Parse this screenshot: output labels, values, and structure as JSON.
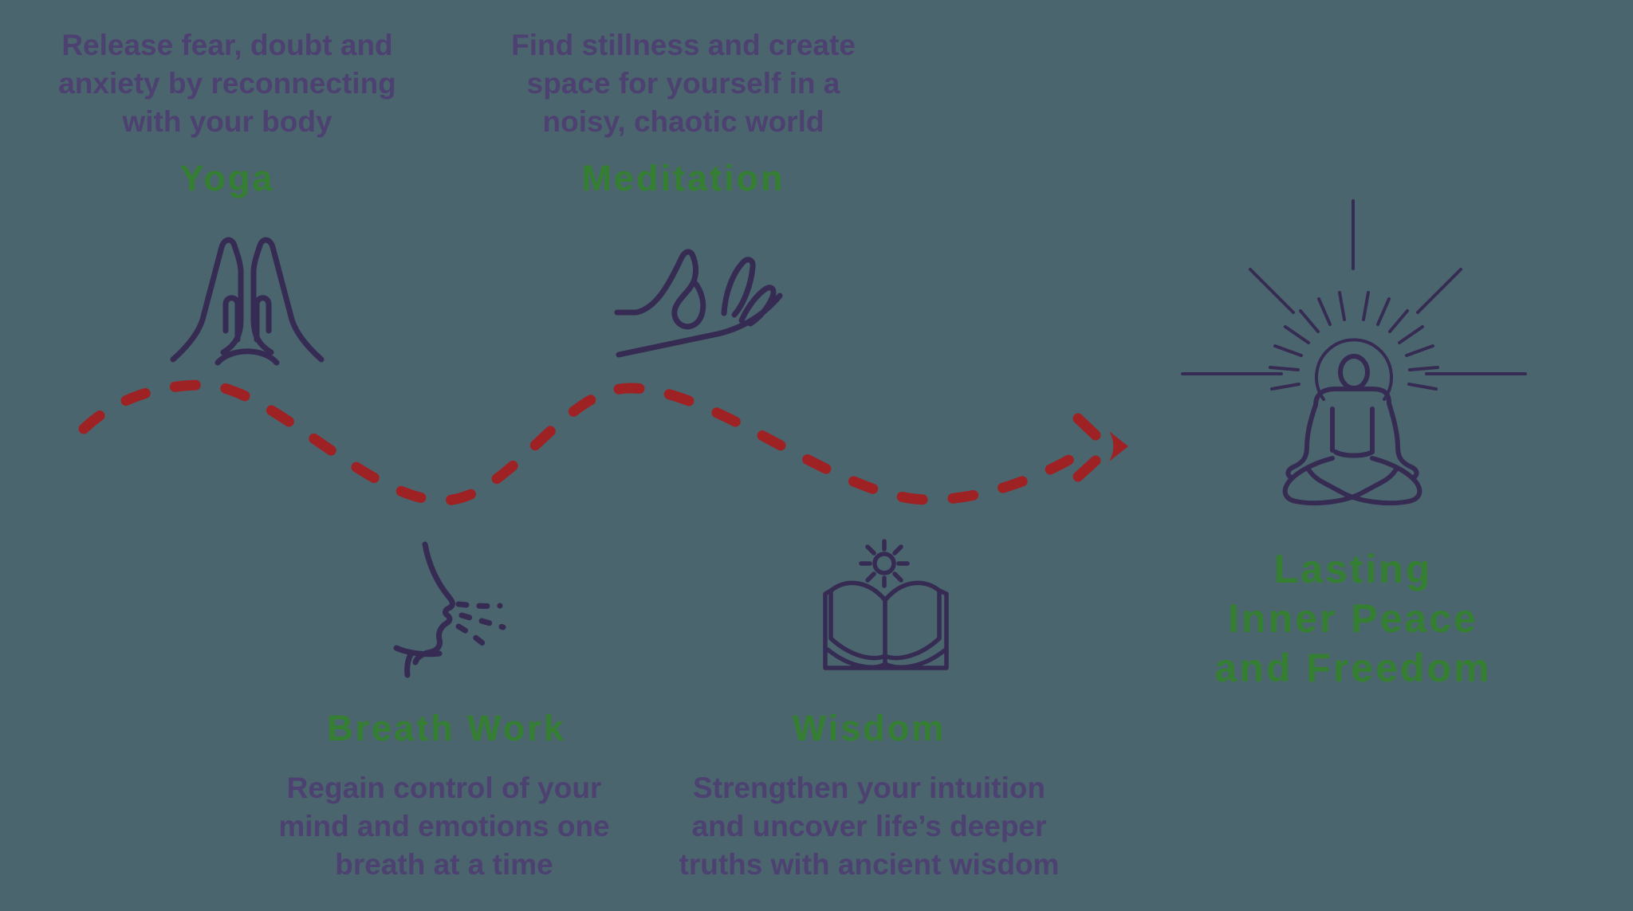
{
  "colors": {
    "background": "#4b656e",
    "heading_green": "#357f33",
    "text_purple": "#4c4170",
    "icon_purple": "#362b52",
    "arrow_red": "#9e2124"
  },
  "steps": [
    {
      "id": "yoga",
      "title": "Yoga",
      "desc_lines": [
        "Release fear, doubt and",
        "anxiety by reconnecting",
        "with your body"
      ],
      "icon": "praying-hands-icon"
    },
    {
      "id": "meditation",
      "title": "Meditation",
      "desc_lines": [
        "Find stillness and create",
        "space for yourself in a",
        "noisy, chaotic world"
      ],
      "icon": "mudra-hand-icon"
    },
    {
      "id": "breath-work",
      "title": "Breath Work",
      "desc_lines": [
        "Regain control of your",
        "mind and emotions one",
        "breath at a time"
      ],
      "icon": "breathing-face-icon"
    },
    {
      "id": "wisdom",
      "title": "Wisdom",
      "desc_lines": [
        "Strengthen your intuition",
        "and uncover life’s deeper",
        "truths with ancient wisdom"
      ],
      "icon": "open-book-sun-icon"
    }
  ],
  "goal": {
    "title_lines": [
      "Lasting",
      "Inner Peace",
      "and Freedom"
    ],
    "icon": "meditating-person-icon"
  },
  "path": {
    "style": "red-dashed-wave-arrow",
    "color": "#9e2124"
  }
}
